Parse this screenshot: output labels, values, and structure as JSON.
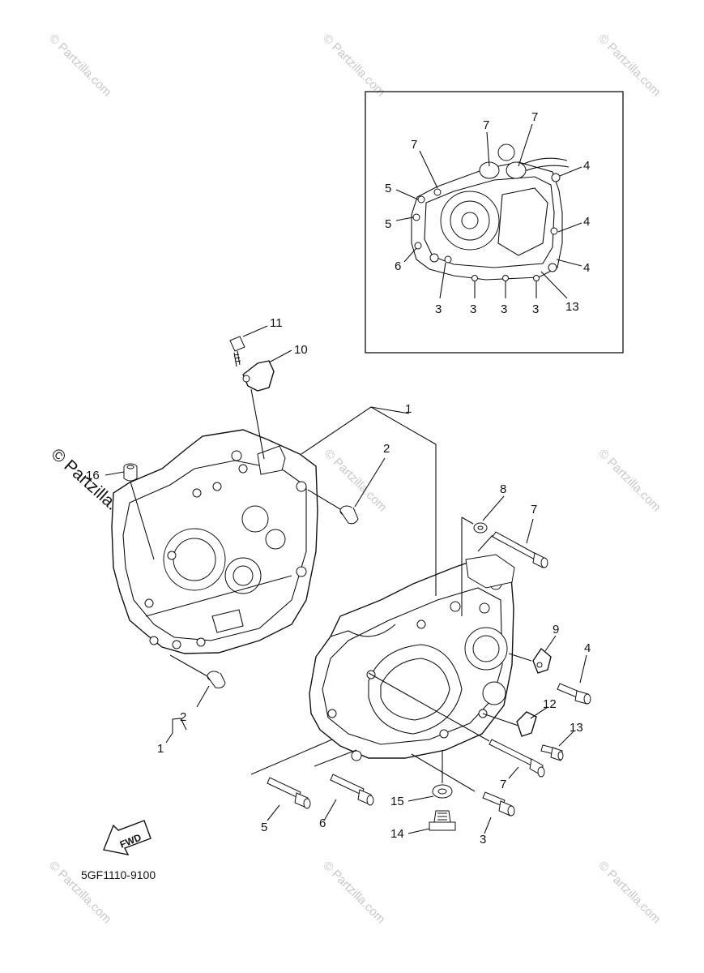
{
  "diagram": {
    "part_code": "5GF1110-9100",
    "fwd_label": "FWD",
    "watermark": "© Partzilla.com",
    "inset_labels": {
      "l7a": "7",
      "l7b": "7",
      "l7c": "7",
      "l4a": "4",
      "l4b": "4",
      "l4c": "4",
      "l5a": "5",
      "l5b": "5",
      "l6": "6",
      "l3a": "3",
      "l3b": "3",
      "l3c": "3",
      "l3d": "3",
      "l13": "13"
    },
    "labels": {
      "l11": "11",
      "l10": "10",
      "l1_top": "1",
      "l2_top": "2",
      "l16": "16",
      "l8": "8",
      "l7_upper": "7",
      "l9": "9",
      "l4": "4",
      "l12": "12",
      "l13": "13",
      "l7_lower": "7",
      "l2_bottom": "2",
      "l1_bottom": "1",
      "l5": "5",
      "l6": "6",
      "l15": "15",
      "l14": "14",
      "l3": "3"
    }
  }
}
